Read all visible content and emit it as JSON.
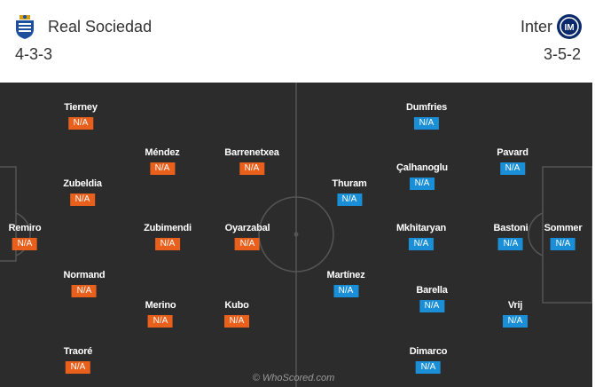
{
  "home": {
    "name": "Real Sociedad",
    "formation": "4-3-3",
    "crest_icon": "real-sociedad-crest-icon",
    "color": "#e8601c",
    "players": [
      {
        "name": "Remiro",
        "rating": "N/A"
      },
      {
        "name": "Tierney",
        "rating": "N/A"
      },
      {
        "name": "Zubeldia",
        "rating": "N/A"
      },
      {
        "name": "Normand",
        "rating": "N/A"
      },
      {
        "name": "Traoré",
        "rating": "N/A"
      },
      {
        "name": "Méndez",
        "rating": "N/A"
      },
      {
        "name": "Zubimendi",
        "rating": "N/A"
      },
      {
        "name": "Merino",
        "rating": "N/A"
      },
      {
        "name": "Barrenetxea",
        "rating": "N/A"
      },
      {
        "name": "Oyarzabal",
        "rating": "N/A"
      },
      {
        "name": "Kubo",
        "rating": "N/A"
      }
    ]
  },
  "away": {
    "name": "Inter",
    "formation": "3-5-2",
    "crest_icon": "inter-crest-icon",
    "color": "#1a8ed6",
    "players": [
      {
        "name": "Thuram",
        "rating": "N/A"
      },
      {
        "name": "Martínez",
        "rating": "N/A"
      },
      {
        "name": "Dumfries",
        "rating": "N/A"
      },
      {
        "name": "Çalhanoglu",
        "rating": "N/A"
      },
      {
        "name": "Mkhitaryan",
        "rating": "N/A"
      },
      {
        "name": "Barella",
        "rating": "N/A"
      },
      {
        "name": "Dimarco",
        "rating": "N/A"
      },
      {
        "name": "Pavard",
        "rating": "N/A"
      },
      {
        "name": "Bastoni",
        "rating": "N/A"
      },
      {
        "name": "Vrij",
        "rating": "N/A"
      },
      {
        "name": "Sommer",
        "rating": "N/A"
      }
    ]
  },
  "watermark": "© WhoScored.com",
  "pitch_color": "#2c2c2c"
}
